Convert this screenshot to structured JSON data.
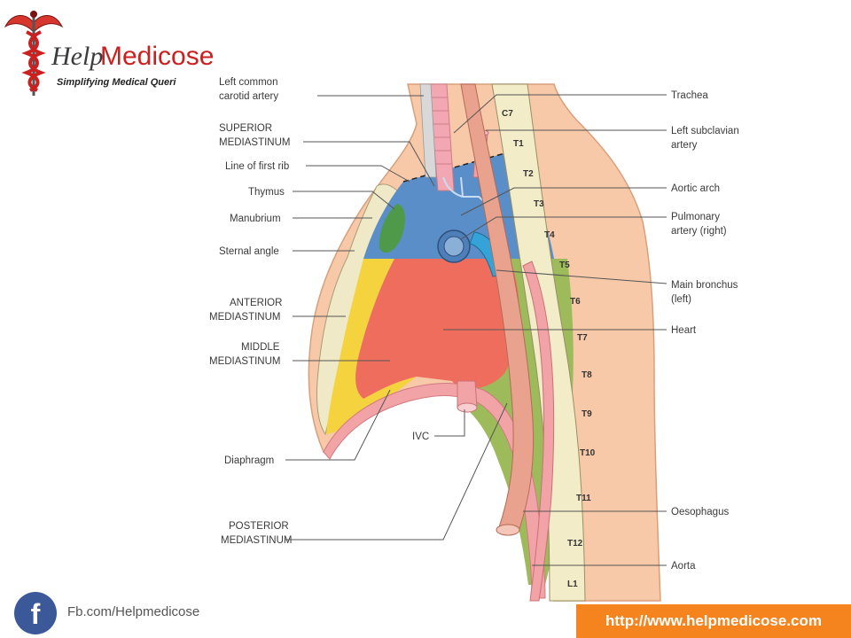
{
  "brand": {
    "name_part1": "Help",
    "name_part2": "Medicose",
    "tagline": "Simplifying Medical Queri"
  },
  "labels_left": [
    {
      "text": "Left common"
    },
    {
      "text": "carotid artery"
    },
    {
      "text": "SUPERIOR"
    },
    {
      "text": "MEDIASTINUM"
    },
    {
      "text": "Line of first rib"
    },
    {
      "text": "Thymus"
    },
    {
      "text": "Manubrium"
    },
    {
      "text": "Sternal angle"
    },
    {
      "text": "ANTERIOR"
    },
    {
      "text": "MEDIASTINUM"
    },
    {
      "text": "MIDDLE"
    },
    {
      "text": "MEDIASTINUM"
    },
    {
      "text": "IVC"
    },
    {
      "text": "Diaphragm"
    },
    {
      "text": "POSTERIOR"
    },
    {
      "text": "MEDIASTINUM"
    }
  ],
  "labels_right": [
    {
      "text": "Trachea"
    },
    {
      "text": "Left subclavian"
    },
    {
      "text": "artery"
    },
    {
      "text": "Aortic arch"
    },
    {
      "text": "Pulmonary"
    },
    {
      "text": "artery (right)"
    },
    {
      "text": "Main bronchus"
    },
    {
      "text": "(left)"
    },
    {
      "text": "Heart"
    },
    {
      "text": "Oesophagus"
    },
    {
      "text": "Aorta"
    }
  ],
  "vertebrae": [
    "C7",
    "T1",
    "T2",
    "T3",
    "T4",
    "T5",
    "T6",
    "T7",
    "T8",
    "T9",
    "T10",
    "T11",
    "T12",
    "L1"
  ],
  "footer": {
    "facebook_text": "Fb.com/Helpmedicose",
    "facebook_glyph": "f",
    "url": "http://www.helpmedicose.com"
  },
  "colors": {
    "superior": "#5a8ec8",
    "anterior": "#f5d33f",
    "middle": "#ef6d5d",
    "posterior": "#9dbb5a",
    "thymus": "#4f9a4a",
    "skin": "#f7c9a8",
    "vertebra": "#f2ecc9",
    "facebook": "#3b5998",
    "url_button": "#f5841f",
    "brand_red": "#cc1f1f"
  }
}
